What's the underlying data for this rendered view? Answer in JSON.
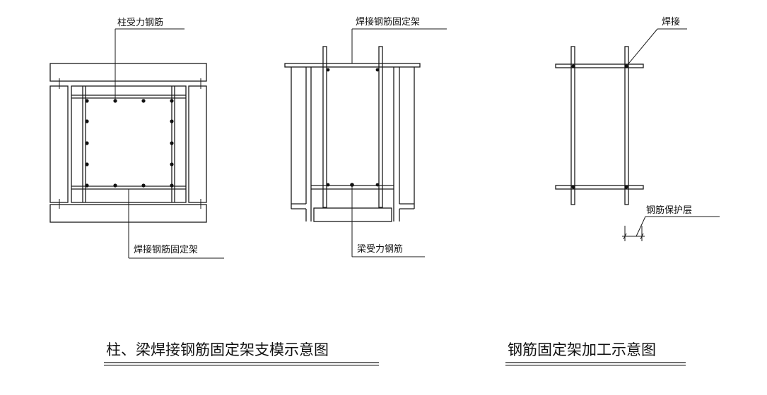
{
  "labels": {
    "column_main_rebar": "柱受力钢筋",
    "weld_fixing_frame_top": "焊接钢筋固定架",
    "weld": "焊接",
    "weld_fixing_frame_bottom": "焊接钢筋固定架",
    "beam_main_rebar": "梁受力钢筋",
    "rebar_cover": "钢筋保护层"
  },
  "titles": {
    "left": "柱、梁焊接钢筋固定架支模示意图",
    "right": "钢筋固定架加工示意图"
  }
}
